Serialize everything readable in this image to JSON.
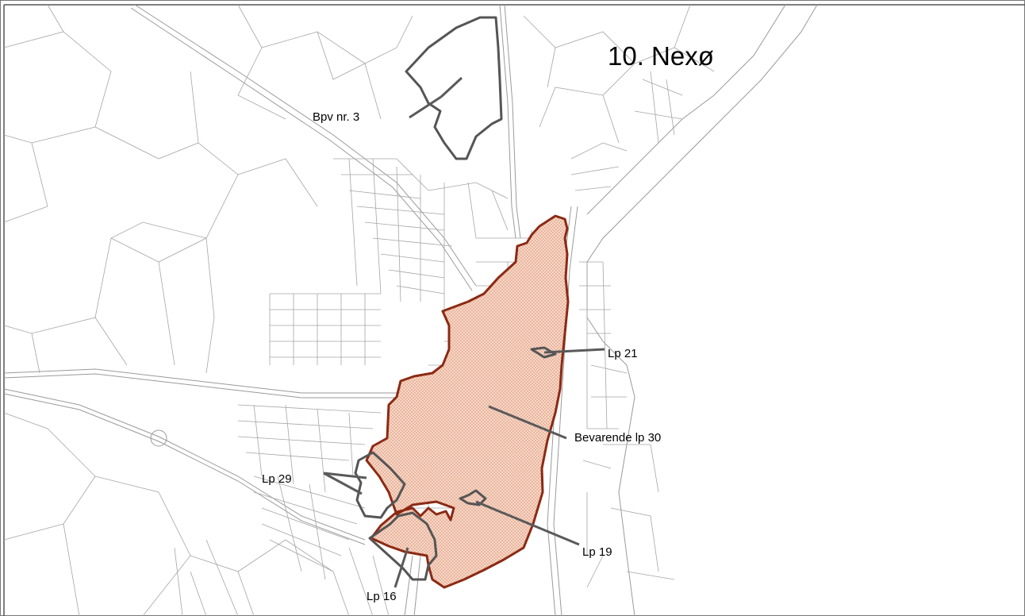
{
  "map": {
    "title": "10. Nexø",
    "colors": {
      "highlight_fill": "#f6d8c8",
      "highlight_dots": "#d9825f",
      "highlight_border": "#8b2a14",
      "plan_outline": "#555555",
      "base_lines": "#9a9a9a",
      "background": "#ffffff"
    },
    "labels": {
      "bpv3": "Bpv nr. 3",
      "lp21": "Lp 21",
      "lp30": "Bevarende lp 30",
      "lp29": "Lp 29",
      "lp19": "Lp 19",
      "lp16": "Lp 16"
    }
  }
}
